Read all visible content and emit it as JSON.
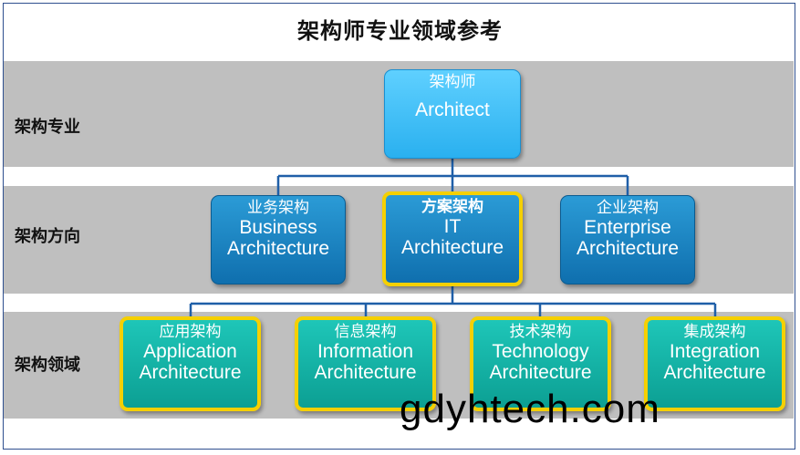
{
  "title": "架构师专业领域参考",
  "rows": [
    {
      "label": "架构专业"
    },
    {
      "label": "架构方向"
    },
    {
      "label": "架构领域"
    }
  ],
  "architect": {
    "zh": "架构师",
    "en": "Architect"
  },
  "directions": [
    {
      "zh": "业务架构",
      "en1": "Business",
      "en2": "Architecture"
    },
    {
      "zh": "方案架构",
      "en1": "IT",
      "en2": "Architecture"
    },
    {
      "zh": "企业架构",
      "en1": "Enterprise",
      "en2": "Architecture"
    }
  ],
  "domains": [
    {
      "zh": "应用架构",
      "en1": "Application",
      "en2": "Architecture"
    },
    {
      "zh": "信息架构",
      "en1": "Information",
      "en2": "Architecture"
    },
    {
      "zh": "技术架构",
      "en1": "Technology",
      "en2": "Architecture"
    },
    {
      "zh": "集成架构",
      "en1": "Integration",
      "en2": "Architecture"
    }
  ],
  "watermark": "gdyhtech.com",
  "colors": {
    "highlight_border": "#f5d000",
    "connector": "#1f5fa8"
  }
}
